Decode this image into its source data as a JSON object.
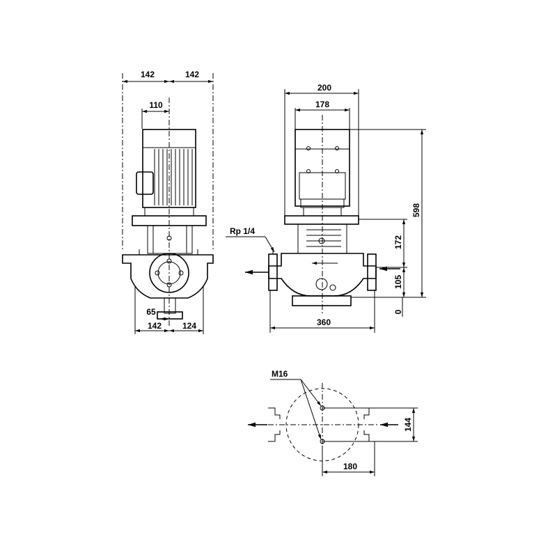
{
  "labels": {
    "side_top_left": "142",
    "side_top_right": "142",
    "side_motor_half": "110",
    "side_bottom_65": "65",
    "side_bottom_left": "142",
    "side_bottom_right": "124",
    "front_top_200": "200",
    "front_top_178": "178",
    "front_overall_height": "598",
    "front_height_172": "172",
    "front_height_105": "105",
    "front_height_0": "0",
    "front_width_360": "360",
    "vent_plug": "Rp 1/4",
    "foot_bolt": "M16",
    "foot_width_144": "144",
    "foot_length_180": "180"
  }
}
